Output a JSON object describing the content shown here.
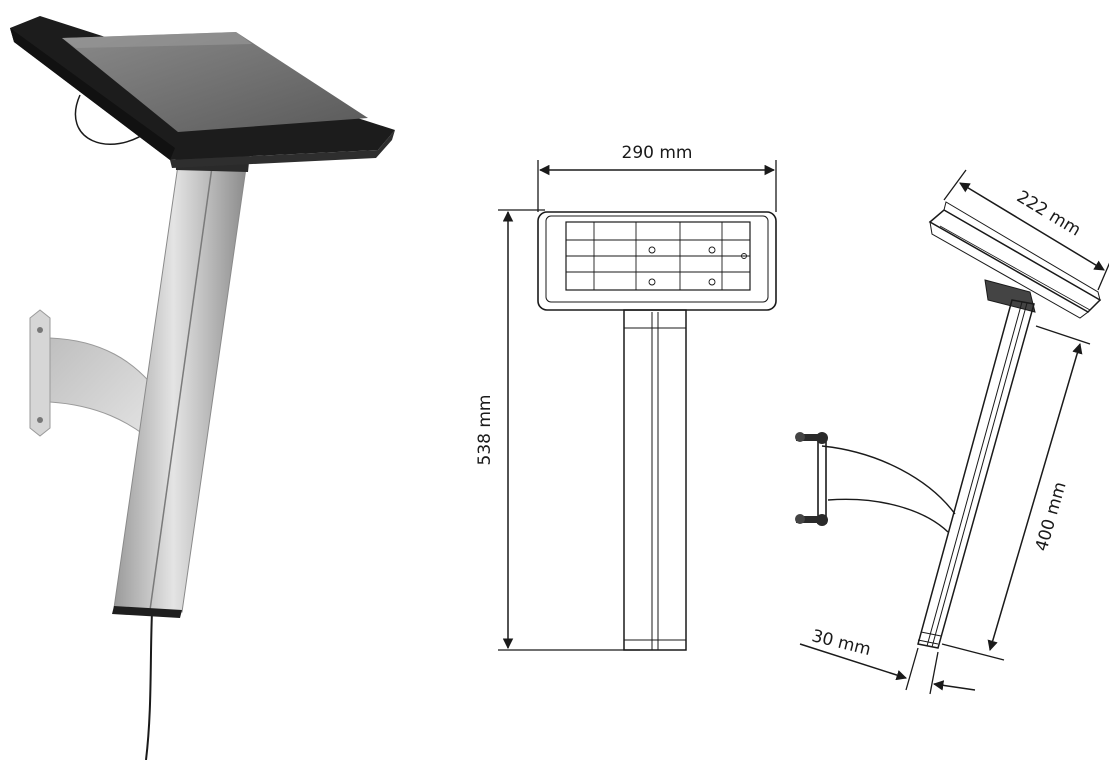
{
  "dimensions": {
    "width": "290 mm",
    "height": "538 mm",
    "diagonal": "222 mm",
    "pole_length": "400 mm",
    "pole_width": "30 mm"
  },
  "colors": {
    "frame": "#1c1c1c",
    "screen": "#6e6e6e",
    "pole": "#c9c9c9",
    "line": "#1a1a1a"
  }
}
